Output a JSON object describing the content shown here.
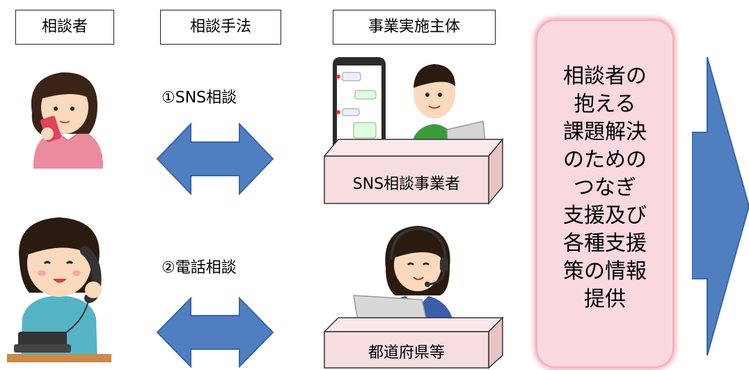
{
  "headers": {
    "consultee": "相談者",
    "method": "相談手法",
    "provider": "事業実施主体"
  },
  "methods": {
    "sns": "①SNS相談",
    "phone": "②電話相談"
  },
  "providers": {
    "sns": "SNS相談事業者",
    "prefecture": "都道府県等"
  },
  "support_box": {
    "text": "相談者の\n抱える\n課題解決\nのための\nつなぎ\n支援及び\n各種支援\n策の情報\n提供"
  },
  "colors": {
    "arrow_fill": "#4f7fc1",
    "arrow_stroke": "#3a65a3",
    "block_front": "#f6dde0",
    "block_top": "#f9e9eb",
    "block_side": "#e7c4c8",
    "support_box_fill": "#f9d9df",
    "support_box_glow": "#e8788c"
  },
  "icons": {
    "person1": "woman-smartphone-icon",
    "person2": "woman-telephone-icon",
    "operator_sns": "man-laptop-smartphone-icon",
    "operator_phone": "woman-headset-laptop-icon"
  }
}
